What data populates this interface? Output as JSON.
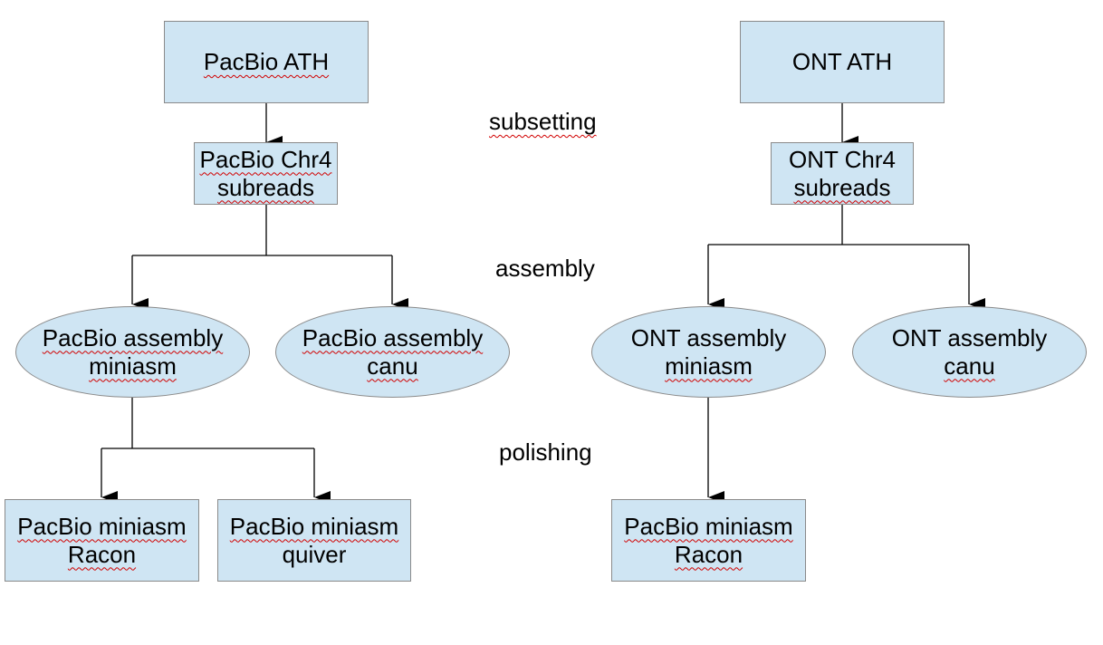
{
  "stages": {
    "subsetting": "subsetting",
    "assembly": "assembly",
    "polishing": "polishing"
  },
  "nodes": {
    "pacbio_ath": "PacBio ATH",
    "ont_ath": "ONT ATH",
    "pacbio_chr4": {
      "line1": "PacBio Chr4",
      "line2": "subreads"
    },
    "ont_chr4": {
      "line1": "ONT Chr4",
      "line2": "subreads"
    },
    "pacbio_asm_miniasm": {
      "line1": "PacBio assembly",
      "line2": "miniasm"
    },
    "pacbio_asm_canu": {
      "line1": "PacBio assembly",
      "line2": "canu"
    },
    "ont_asm_miniasm": {
      "line1": "ONT assembly",
      "line2": "miniasm"
    },
    "ont_asm_canu": {
      "line1": "ONT assembly",
      "line2": "canu"
    },
    "pacbio_racon": {
      "line1": "PacBio miniasm",
      "line2": "Racon"
    },
    "pacbio_quiver": {
      "line1": "PacBio miniasm",
      "line2": "quiver"
    },
    "ont_racon": {
      "line1": "PacBio miniasm",
      "line2": "Racon"
    }
  },
  "colors": {
    "node_fill": "#cfe5f3",
    "node_border": "#8a8a8a",
    "edge": "#000000",
    "spellcheck_underline": "#d10000"
  }
}
